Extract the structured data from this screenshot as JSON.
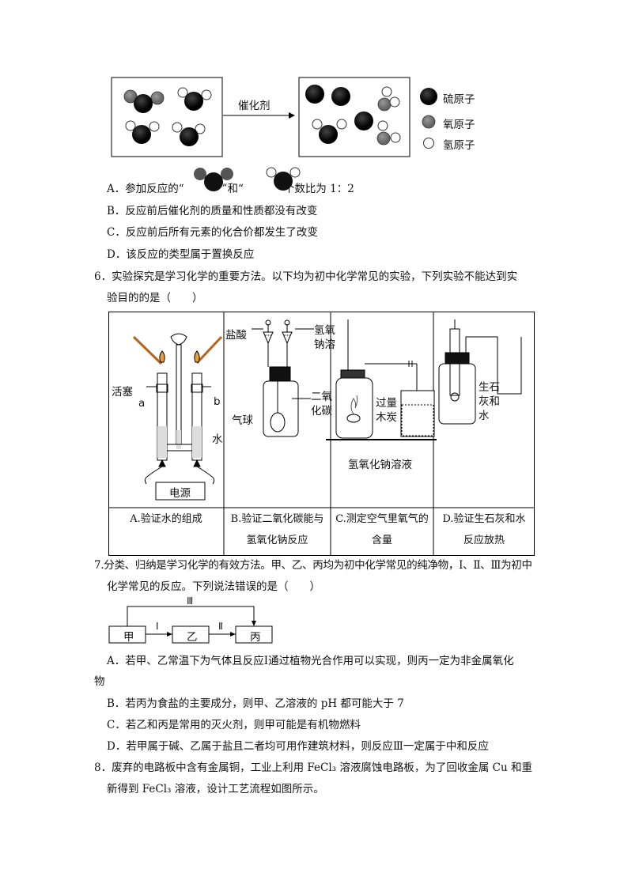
{
  "reaction_diagram": {
    "catalyst_label": "催化剂",
    "legend": [
      "硫原子",
      "氧原子",
      "氢原子"
    ]
  },
  "q5": {
    "optA_pre": "A．参加反应的“",
    "optA_mid": "”和“",
    "optA_post": "”个数比为 1：2",
    "optB": "B．反应前后催化剂的质量和性质都没有改变",
    "optC": "C．反应前后所有元素的化合价都发生了改变",
    "optD": "D．该反应的类型属于置换反应"
  },
  "q6": {
    "stem_line1": "6．实验探究是学习化学的重要方法。以下均为初中化学常见的实验，下列实验不能达到实",
    "stem_line2": "验目的的是（　　）",
    "labels": {
      "a_valve": "活塞",
      "a_a": "a",
      "a_b": "b",
      "a_water": "水",
      "a_power": "电源",
      "b_acid": "盐酸",
      "b_naoh_1": "氢氧",
      "b_naoh_2": "钠溶",
      "b_co2_1": "二氧",
      "b_co2_2": "化碳",
      "b_balloon": "气球",
      "c_excess": "过量",
      "c_charcoal": "木炭",
      "c_naoh": "氢氧化钠溶液",
      "d_lime_1": "生石",
      "d_lime_2": "灰和",
      "d_lime_3": "水"
    },
    "captions": {
      "A1": "A.验证水的组成",
      "A2": "",
      "B1": "B.验证二氧化碳能与",
      "B2": "氢氧化钠反应",
      "C1": "C.测定空气里氧气的",
      "C2": "含量",
      "D1": "D.验证生石灰和水",
      "D2": "反应放热"
    }
  },
  "q7": {
    "stem_line1": "7.分类、归纳是学习化学的有效方法。甲、乙、丙均为初中化学常见的纯净物，Ⅰ、Ⅱ、Ⅲ为初中",
    "stem_line2": "化学常见的反应。下列说法错误的是（　　）",
    "flow": {
      "jia": "甲",
      "yi": "乙",
      "bing": "丙",
      "r1": "Ⅰ",
      "r2": "Ⅱ",
      "r3": "Ⅲ"
    },
    "optA_1": "A．若甲、乙常温下为气体且反应Ⅰ通过植物光合作用可以实现，则丙一定为非金属氧化",
    "optA_2": "物",
    "optB": "B．若丙为食盐的主要成分，则甲、乙溶液的 pH 都可能大于 7",
    "optC": "C．若乙和丙是常用的灭火剂，则甲可能是有机物燃料",
    "optD": "D．若甲属于碱、乙属于盐且二者均可用作建筑材料，则反应Ⅲ一定属于中和反应"
  },
  "q8": {
    "line1": "8．废弃的电路板中含有金属铜，工业上利用 FeCl₃ 溶液腐蚀电路板，为了回收金属 Cu 和重",
    "line2": "新得到 FeCl₃ 溶液，设计工艺流程如图所示。"
  }
}
